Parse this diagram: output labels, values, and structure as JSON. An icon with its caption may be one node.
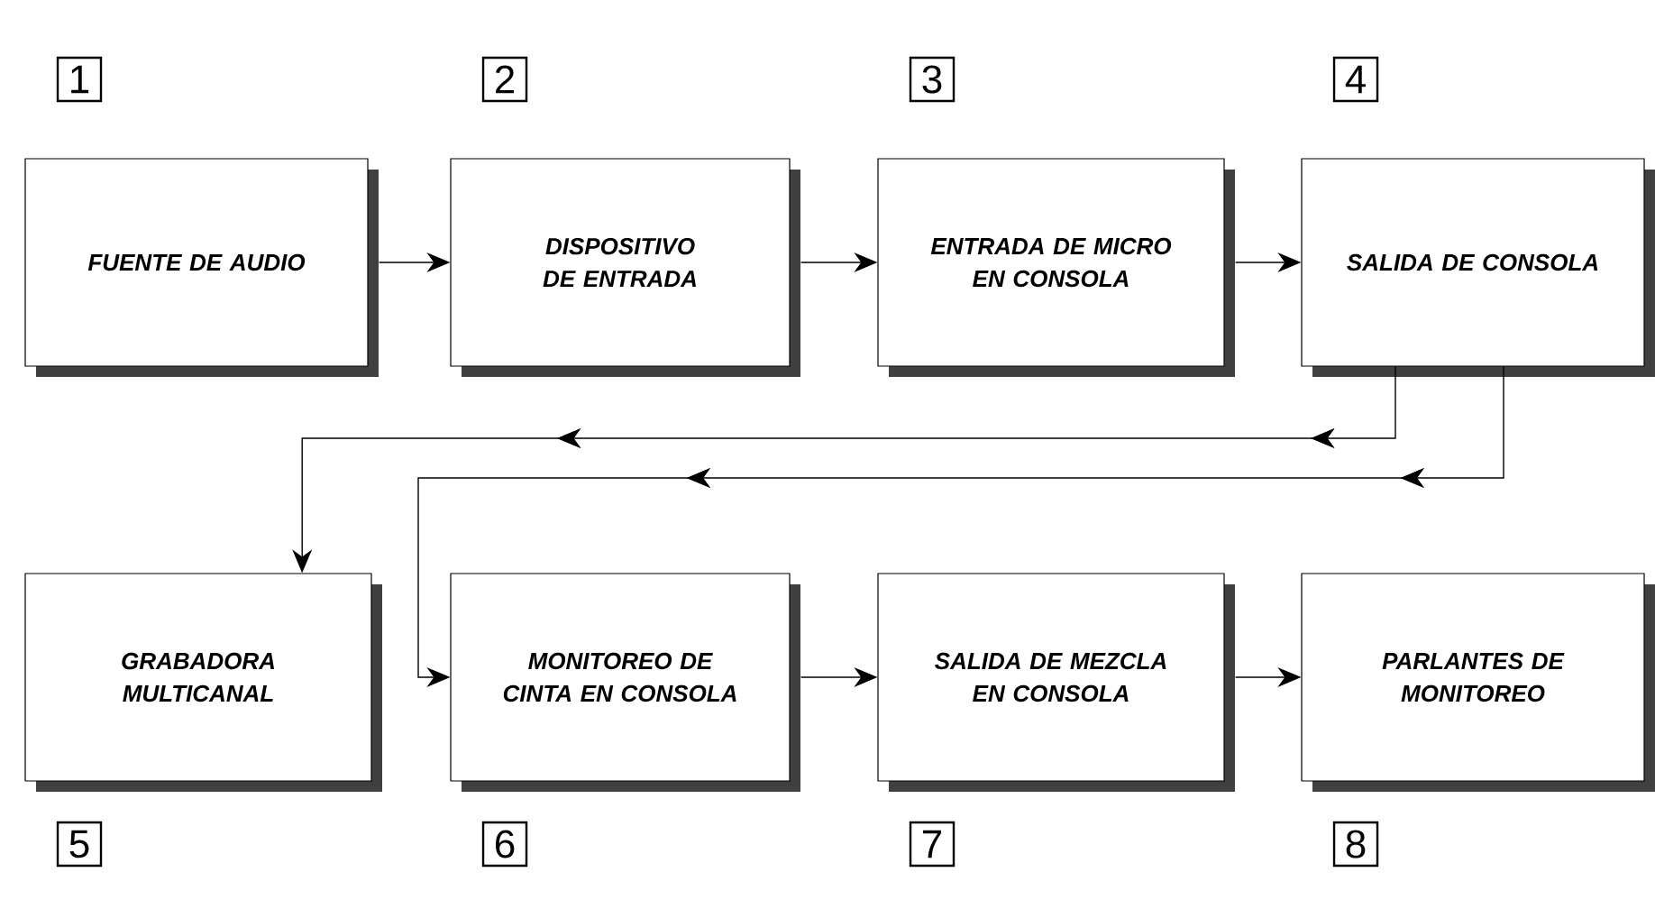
{
  "diagram": {
    "nodes": [
      {
        "text": [
          "FUENTE DE AUDIO"
        ],
        "beside": [
          "1"
        ]
      },
      {
        "text": [
          "DISPOSITIVO DE ENTRADA"
        ],
        "beside": [
          "2"
        ]
      },
      {
        "text": [
          "ENTRADA DE MICRO EN CONSOLA"
        ],
        "beside": [
          "3"
        ]
      },
      {
        "text": [
          "SALIDA DE CONSOLA"
        ],
        "beside": [
          "4"
        ]
      },
      {
        "text": [
          "GRABADORA MULTICANAL"
        ],
        "beside": [
          "5"
        ]
      },
      {
        "text": [
          "MONITOREO DE CINTA EN CONSOLA"
        ],
        "beside": [
          "6"
        ]
      },
      {
        "text": [
          "SALIDA DE MEZCLA EN CONSOLA"
        ],
        "beside": [
          "7"
        ]
      },
      {
        "text": [
          "PARLANTES DE MONITOREO"
        ],
        "beside": [
          "8"
        ]
      }
    ],
    "edges": [
      {
        "from": 0,
        "to": 1,
        "arrow": "to"
      },
      {
        "from": 1,
        "to": 2,
        "arrow": "to"
      },
      {
        "from": 2,
        "to": 3,
        "arrow": "to"
      },
      {
        "from": 3,
        "to": 4,
        "arrow": "to"
      },
      {
        "from": 3,
        "to": 5,
        "arrow": "to"
      },
      {
        "from": 5,
        "to": 6,
        "arrow": "to"
      },
      {
        "from": 6,
        "to": 7,
        "arrow": "to"
      }
    ]
  }
}
